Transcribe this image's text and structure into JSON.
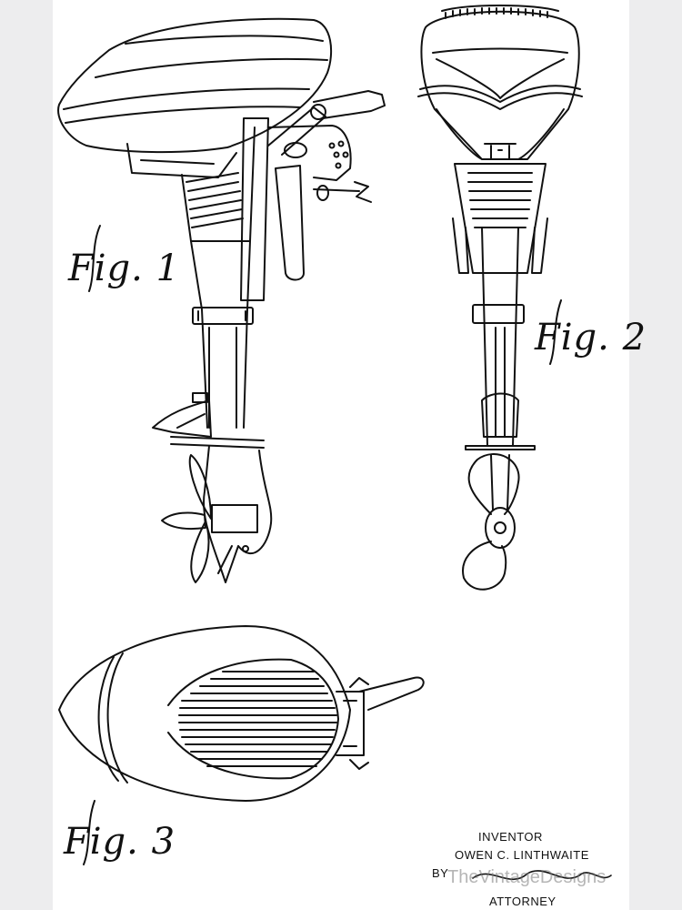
{
  "figures": {
    "fig1_label": "Fig. 1",
    "fig2_label": "Fig. 2",
    "fig3_label": "Fig. 3"
  },
  "credits": {
    "inventor_label": "INVENTOR",
    "inventor_name": "OWEN C. LINTHWAITE",
    "by_label": "BY",
    "attorney_label": "ATTORNEY"
  },
  "watermark": "TheVintageDesigns"
}
